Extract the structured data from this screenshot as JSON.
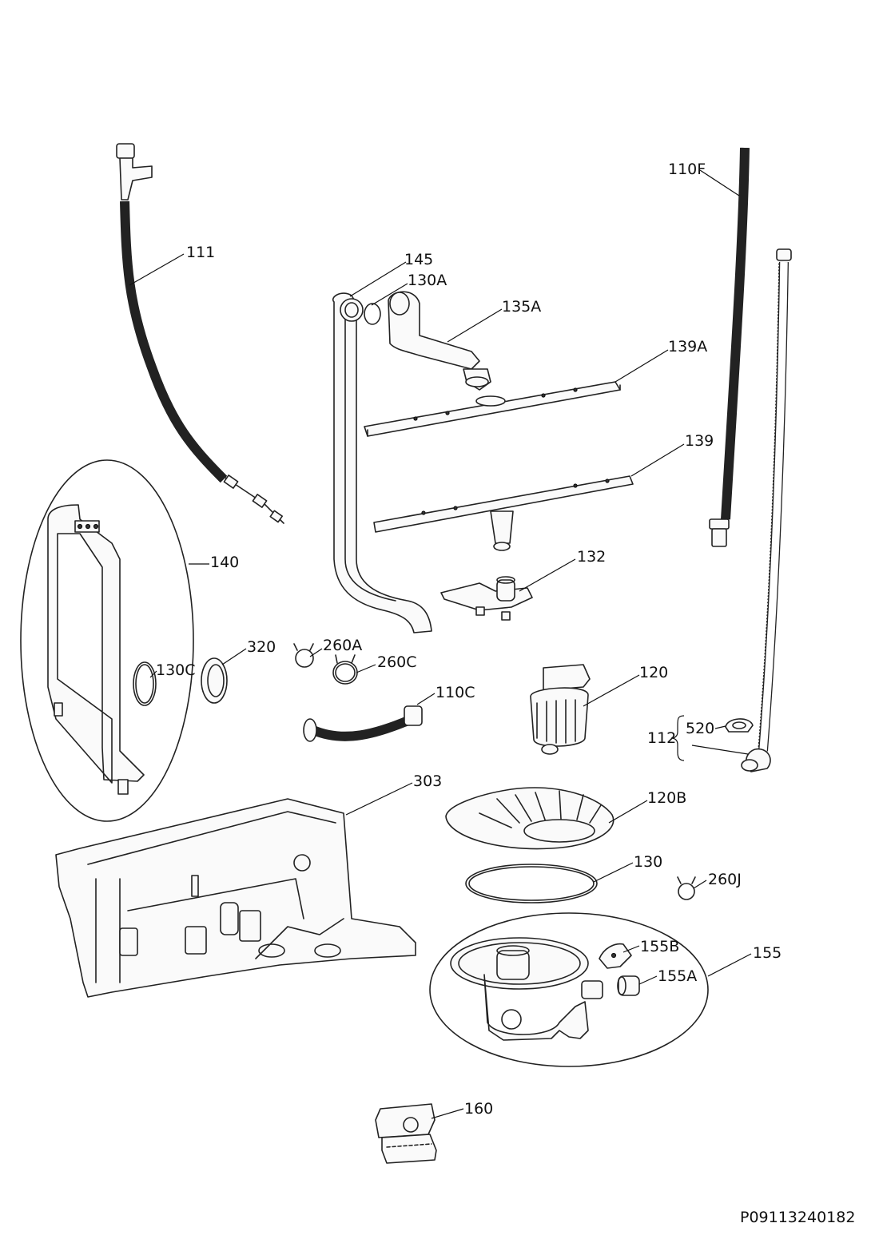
{
  "drawing_code": "P09113240182",
  "labels": {
    "l111": "111",
    "l110F": "110F",
    "l145": "145",
    "l130A": "130A",
    "l135A": "135A",
    "l139A": "139A",
    "l139": "139",
    "l132": "132",
    "l140": "140",
    "l320": "320",
    "l260A": "260A",
    "l260C": "260C",
    "l130C": "130C",
    "l110C": "110C",
    "l120": "120",
    "l520": "520",
    "l112": "112",
    "l303": "303",
    "l120B": "120B",
    "l130": "130",
    "l260J": "260J",
    "l155B": "155B",
    "l155": "155",
    "l155A": "155A",
    "l160": "160"
  }
}
